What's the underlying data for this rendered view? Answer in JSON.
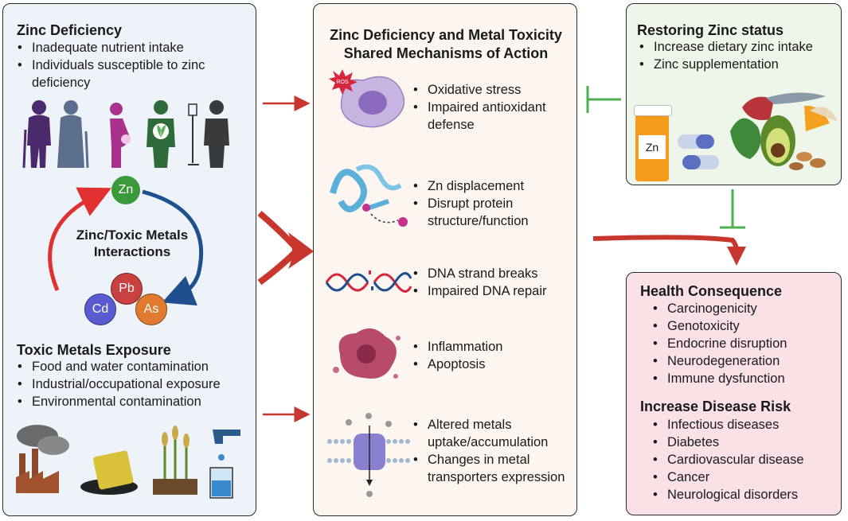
{
  "zinc_deficiency": {
    "title": "Zinc Deficiency",
    "items": [
      "Inadequate nutrient intake",
      "Individuals susceptible to zinc deficiency"
    ]
  },
  "interactions": {
    "label_line1": "Zinc/Toxic Metals",
    "label_line2": "Interactions",
    "zn": "Zn",
    "pb": "Pb",
    "cd": "Cd",
    "as": "As"
  },
  "toxic_exposure": {
    "title": "Toxic Metals Exposure",
    "items": [
      "Food and water contamination",
      "Industrial/occupational exposure",
      "Environmental contamination"
    ]
  },
  "mechanisms": {
    "title_line1": "Zinc Deficiency and Metal Toxicity",
    "title_line2": "Shared Mechanisms of Action",
    "ros_label": "ROS",
    "groups": [
      {
        "items": [
          "Oxidative stress",
          " Impaired antioxidant defense"
        ]
      },
      {
        "items": [
          "Zn displacement",
          "Disrupt protein structure/function"
        ]
      },
      {
        "items": [
          "DNA strand breaks",
          "Impaired DNA repair"
        ]
      },
      {
        "items": [
          "Inflammation",
          "Apoptosis"
        ]
      },
      {
        "items": [
          "Altered metals uptake/accumulation",
          "Changes in metal transporters expression"
        ]
      }
    ]
  },
  "restoring": {
    "title": "Restoring Zinc status",
    "items": [
      "Increase dietary zinc intake",
      "Zinc supplementation"
    ],
    "bottle_label": "Zn"
  },
  "health": {
    "title": "Health Consequence",
    "items": [
      "Carcinogenicity",
      "Genotoxicity",
      "Endocrine disruption",
      "Neurodegeneration",
      "Immune dysfunction"
    ],
    "risk_title": "Increase Disease Risk",
    "risk_items": [
      "Infectious diseases",
      "Diabetes",
      "Cardiovascular disease",
      "Cancer",
      "Neurological disorders"
    ]
  },
  "colors": {
    "arrow_red": "#c8372d",
    "inhibit_green": "#4caf50",
    "zn_green": "#3a9a3a",
    "pb_red": "#c94040",
    "cd_blue": "#5b5bd0",
    "as_orange": "#e07a30"
  }
}
